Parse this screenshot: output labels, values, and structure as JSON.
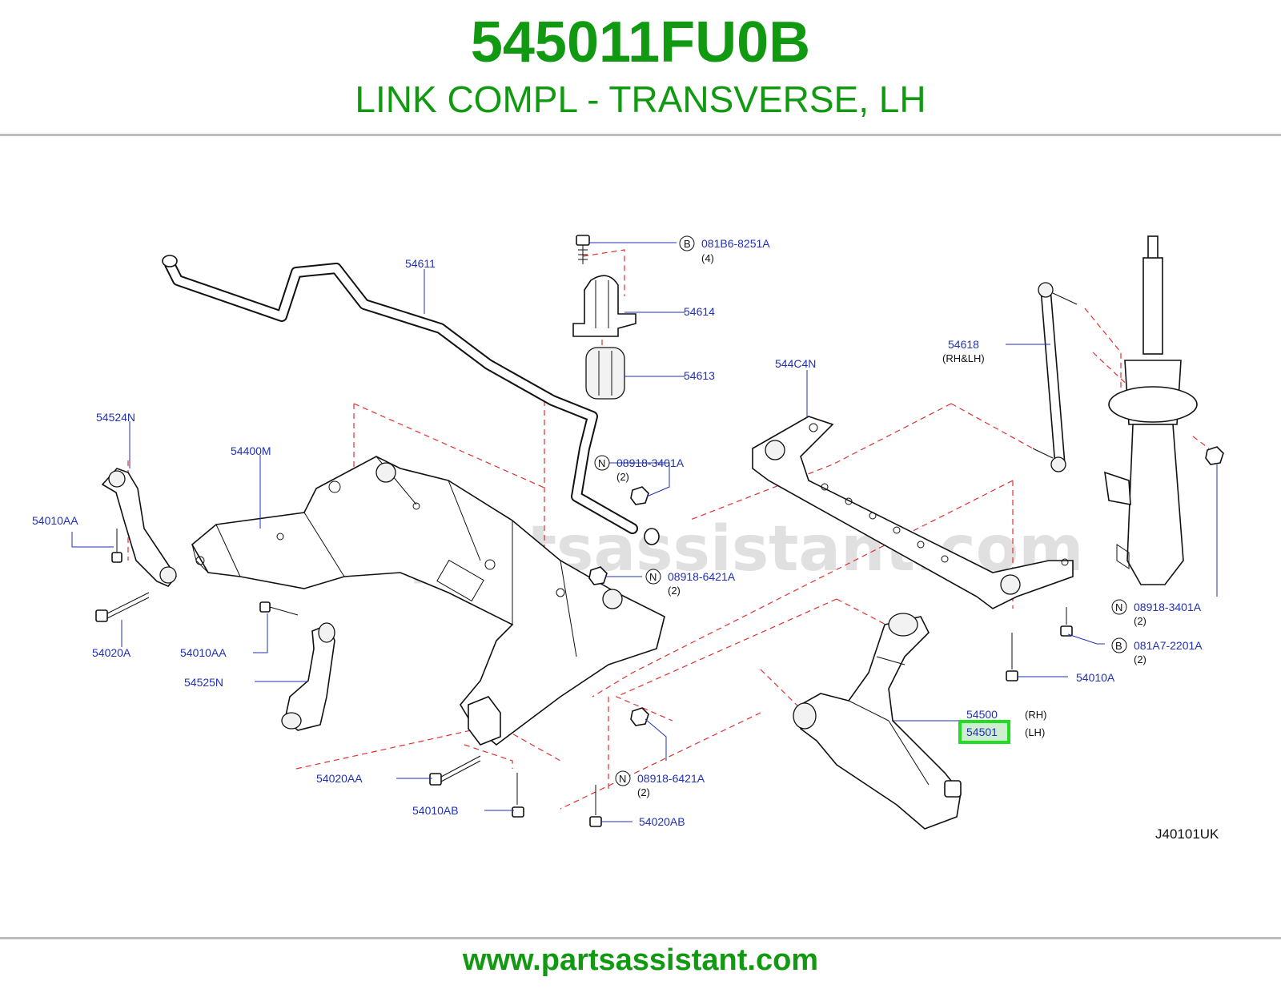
{
  "header": {
    "part_number": "545011FU0B",
    "description": "LINK COMPL - TRANSVERSE, LH"
  },
  "watermark": "www.partsassistant.com",
  "footer": {
    "url": "www.partsassistant.com"
  },
  "diagram_code": "J40101UK",
  "callouts": {
    "c54611": "54611",
    "c081b6": {
      "prefix": "B",
      "code": "081B6-8251A",
      "qty": "(4)"
    },
    "c54614": "54614",
    "c54613": "54613",
    "c54618": {
      "code": "54618",
      "qty": "(RH&LH)"
    },
    "c544c4n": "544C4N",
    "c54524n": "54524N",
    "c54400m": "54400M",
    "c54010aa_left": "54010AA",
    "c54020a": "54020A",
    "c54010aa_mid": "54010AA",
    "c54525n": "54525N",
    "c08918_3401a_top": {
      "prefix": "N",
      "code": "08918-3401A",
      "qty": "(2)"
    },
    "c08918_6421a_top": {
      "prefix": "N",
      "code": "08918-6421A",
      "qty": "(2)"
    },
    "c08918_3401a_right": {
      "prefix": "N",
      "code": "08918-3401A",
      "qty": "(2)"
    },
    "c081a7": {
      "prefix": "B",
      "code": "081A7-2201A",
      "qty": "(2)"
    },
    "c54010a": "54010A",
    "c54500": {
      "code": "54500",
      "side": "(RH)"
    },
    "c54501": {
      "code": "54501",
      "side": "(LH)"
    },
    "c54020aa": "54020AA",
    "c54010ab": "54010AB",
    "c08918_6421a_bottom": {
      "prefix": "N",
      "code": "08918-6421A",
      "qty": "(2)"
    },
    "c54020ab": "54020AB"
  },
  "colors": {
    "header_green": "#119a11",
    "callout_blue": "#2030b8",
    "guide_red": "#e03030",
    "highlight_green": "#22dd22"
  }
}
